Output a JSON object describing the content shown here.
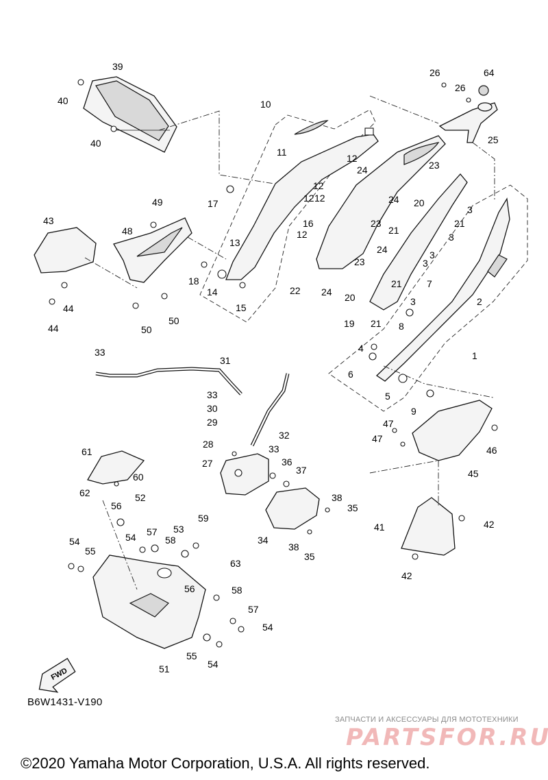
{
  "diagram_code": "B6W1431-V190",
  "copyright": "©2020 Yamaha Motor Corporation, U.S.A. All rights reserved.",
  "direction_marker": "FWD",
  "watermark": {
    "caption": "ЗАПЧАСТИ И АКСЕССУАРЫ ДЛЯ МОТОТЕХНИКИ",
    "logo": "PARTSFOR.RU"
  },
  "callouts": [
    "39",
    "40",
    "40",
    "10",
    "11",
    "26",
    "64",
    "26",
    "25",
    "12",
    "24",
    "23",
    "12",
    "12",
    "12",
    "24",
    "17",
    "16",
    "20",
    "3",
    "49",
    "43",
    "48",
    "13",
    "12",
    "23",
    "21",
    "21",
    "3",
    "24",
    "3",
    "23",
    "18",
    "14",
    "15",
    "22",
    "24",
    "20",
    "3",
    "7",
    "44",
    "44",
    "50",
    "50",
    "21",
    "19",
    "21",
    "3",
    "2",
    "8",
    "1",
    "4",
    "6",
    "5",
    "9",
    "33",
    "31",
    "33",
    "30",
    "29",
    "32",
    "28",
    "33",
    "27",
    "36",
    "37",
    "61",
    "60",
    "62",
    "52",
    "56",
    "54",
    "57",
    "53",
    "59",
    "58",
    "55",
    "54",
    "38",
    "35",
    "34",
    "38",
    "35",
    "47",
    "47",
    "46",
    "45",
    "41",
    "42",
    "42",
    "63",
    "56",
    "58",
    "57",
    "54",
    "55",
    "54",
    "51"
  ]
}
